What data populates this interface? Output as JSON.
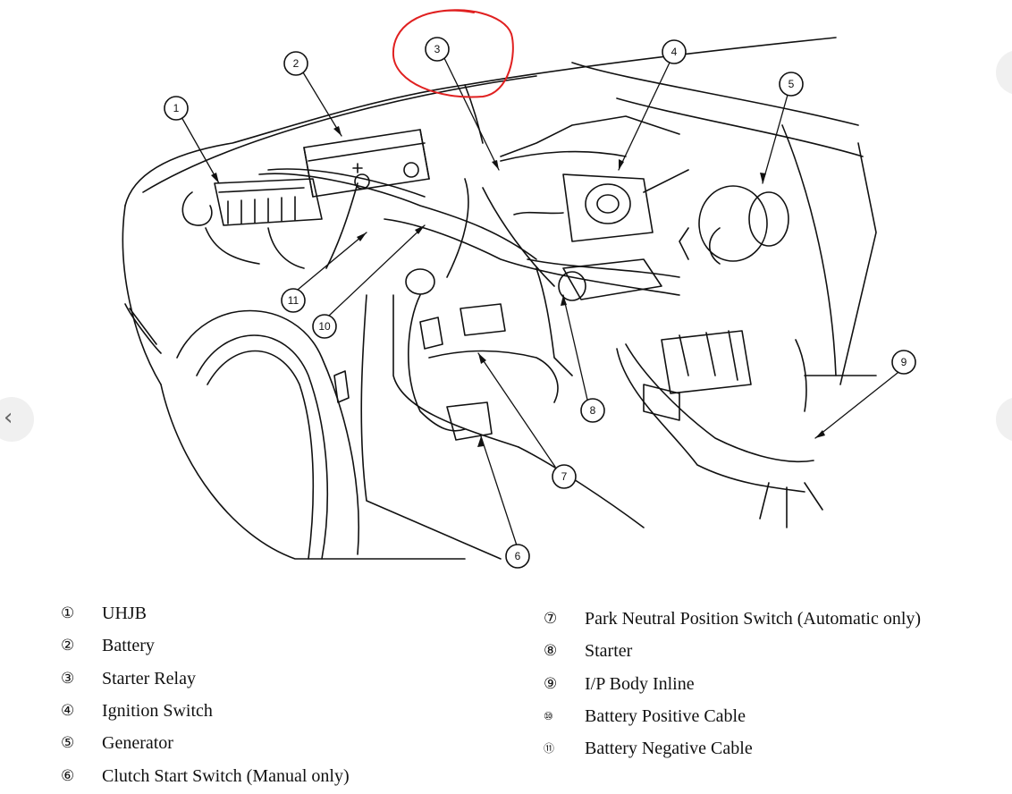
{
  "callouts": [
    "1",
    "2",
    "3",
    "4",
    "5",
    "6",
    "7",
    "8",
    "9",
    "10",
    "11"
  ],
  "legend": {
    "left": [
      {
        "num": "①",
        "label": "UHJB"
      },
      {
        "num": "②",
        "label": "Battery"
      },
      {
        "num": "③",
        "label": "Starter Relay"
      },
      {
        "num": "④",
        "label": "Ignition Switch"
      },
      {
        "num": "⑤",
        "label": "Generator"
      },
      {
        "num": "⑥",
        "label": "Clutch Start Switch (Manual only)"
      }
    ],
    "right": [
      {
        "num": "⑦",
        "label": "Park Neutral Position Switch (Automatic only)"
      },
      {
        "num": "⑧",
        "label": "Starter"
      },
      {
        "num": "⑨",
        "label": "I/P Body Inline"
      },
      {
        "num": "⑩",
        "label": "Battery Positive Cable"
      },
      {
        "num": "⑪",
        "label": "Battery Negative Cable"
      }
    ]
  },
  "colors": {
    "line": "#111111",
    "annotation": "#e02020",
    "nav": "#f0f0f0"
  },
  "icons": {
    "prev": "chevron-left-icon"
  }
}
